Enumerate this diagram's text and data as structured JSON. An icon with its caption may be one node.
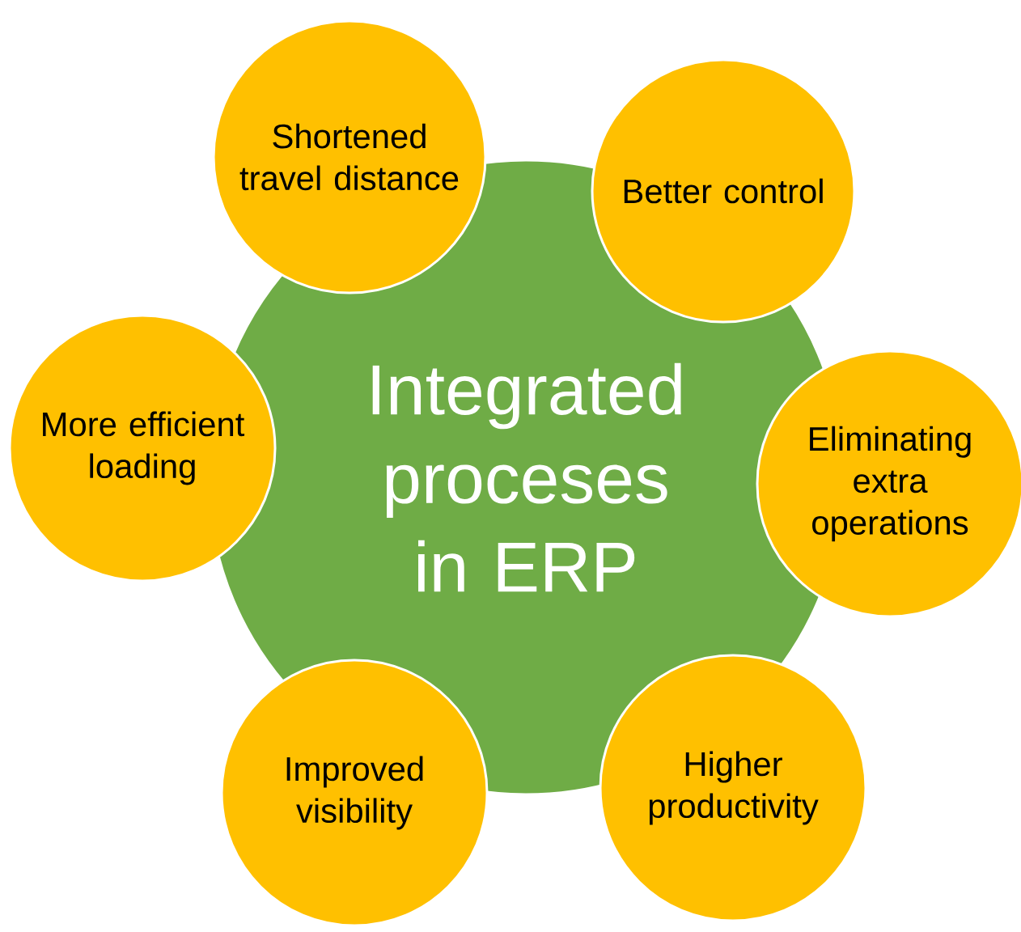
{
  "diagram": {
    "nodes": [
      {
        "text": [
          "Integrated proceses in ERP"
        ]
      },
      {
        "text": [
          "Shortened travel distance"
        ]
      },
      {
        "text": [
          "Better control"
        ]
      },
      {
        "text": [
          "More efficient loading"
        ]
      },
      {
        "text": [
          "Eliminating extra operations"
        ]
      },
      {
        "text": [
          "Higher productivity"
        ]
      },
      {
        "text": [
          "Improved visibility"
        ]
      }
    ]
  }
}
